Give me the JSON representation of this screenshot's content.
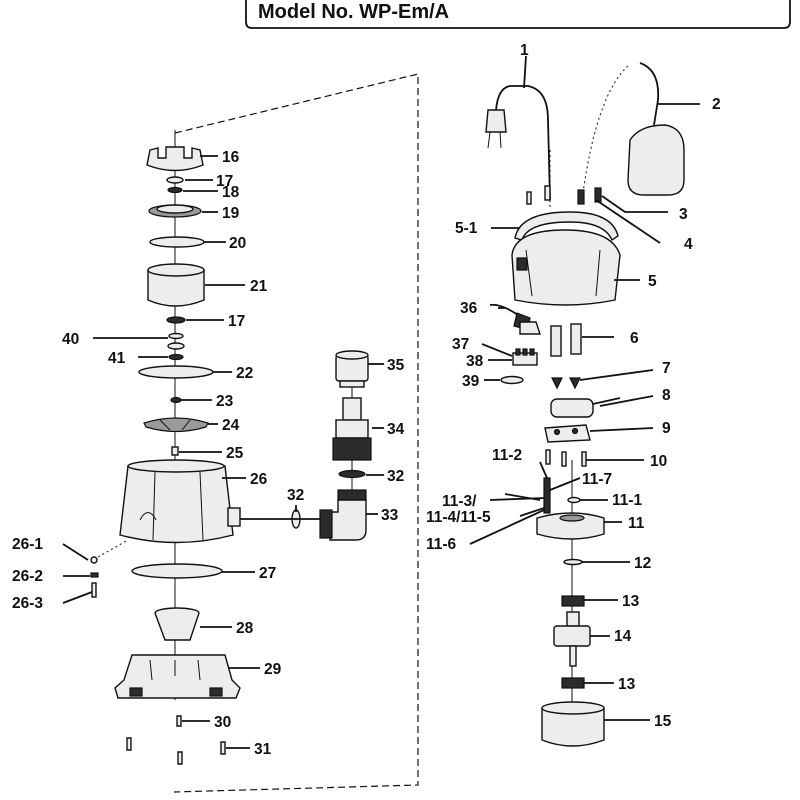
{
  "header": {
    "title": "Model No. WP-Em/A"
  },
  "callouts": [
    {
      "id": "c1",
      "text": "1"
    },
    {
      "id": "c2",
      "text": "2"
    },
    {
      "id": "c3",
      "text": "3"
    },
    {
      "id": "c4",
      "text": "4"
    },
    {
      "id": "c5-1",
      "text": "5-1"
    },
    {
      "id": "c5",
      "text": "5"
    },
    {
      "id": "c36",
      "text": "36"
    },
    {
      "id": "c6",
      "text": "6"
    },
    {
      "id": "c37",
      "text": "37"
    },
    {
      "id": "c38",
      "text": "38"
    },
    {
      "id": "c7",
      "text": "7"
    },
    {
      "id": "c39",
      "text": "39"
    },
    {
      "id": "c8",
      "text": "8"
    },
    {
      "id": "c9",
      "text": "9"
    },
    {
      "id": "c10",
      "text": "10"
    },
    {
      "id": "c11-2",
      "text": "11-2"
    },
    {
      "id": "c11-7",
      "text": "11-7"
    },
    {
      "id": "c11-3",
      "text": "11-3/"
    },
    {
      "id": "c11-1",
      "text": "11-1"
    },
    {
      "id": "c11-4",
      "text": "11-4/11-5"
    },
    {
      "id": "c11",
      "text": "11"
    },
    {
      "id": "c11-6",
      "text": "11-6"
    },
    {
      "id": "c12",
      "text": "12"
    },
    {
      "id": "c13a",
      "text": "13"
    },
    {
      "id": "c14",
      "text": "14"
    },
    {
      "id": "c13b",
      "text": "13"
    },
    {
      "id": "c15",
      "text": "15"
    },
    {
      "id": "c16",
      "text": "16"
    },
    {
      "id": "c17a",
      "text": "17"
    },
    {
      "id": "c18",
      "text": "18"
    },
    {
      "id": "c19",
      "text": "19"
    },
    {
      "id": "c20",
      "text": "20"
    },
    {
      "id": "c21",
      "text": "21"
    },
    {
      "id": "c17b",
      "text": "17"
    },
    {
      "id": "c40",
      "text": "40"
    },
    {
      "id": "c41",
      "text": "41"
    },
    {
      "id": "c22",
      "text": "22"
    },
    {
      "id": "c23",
      "text": "23"
    },
    {
      "id": "c24",
      "text": "24"
    },
    {
      "id": "c25",
      "text": "25"
    },
    {
      "id": "c26",
      "text": "26"
    },
    {
      "id": "c35",
      "text": "35"
    },
    {
      "id": "c34",
      "text": "34"
    },
    {
      "id": "c32a",
      "text": "32"
    },
    {
      "id": "c32b",
      "text": "32"
    },
    {
      "id": "c33",
      "text": "33"
    },
    {
      "id": "c26-1",
      "text": "26-1"
    },
    {
      "id": "c26-2",
      "text": "26-2"
    },
    {
      "id": "c26-3",
      "text": "26-3"
    },
    {
      "id": "c27",
      "text": "27"
    },
    {
      "id": "c28",
      "text": "28"
    },
    {
      "id": "c29",
      "text": "29"
    },
    {
      "id": "c30",
      "text": "30"
    },
    {
      "id": "c31",
      "text": "31"
    }
  ]
}
